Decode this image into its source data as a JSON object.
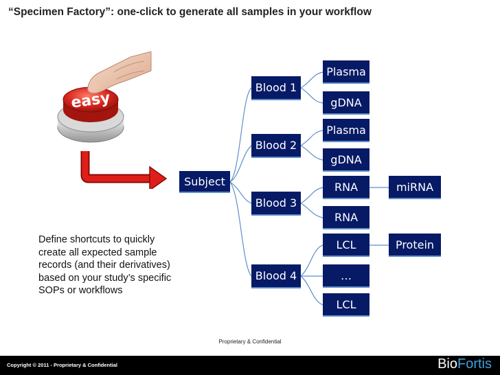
{
  "title": "“Specimen Factory”: one-click to generate all samples in your workflow",
  "button_text": "easy",
  "nodes": {
    "subject": "Subject",
    "blood1": "Blood 1",
    "blood2": "Blood 2",
    "blood3": "Blood 3",
    "blood4": "Blood 4",
    "plasma1": "Plasma",
    "gdna1": "gDNA",
    "plasma2": "Plasma",
    "gdna2": "gDNA",
    "rna1": "RNA",
    "rna2": "RNA",
    "lcl1": "LCL",
    "ellipsis": "…",
    "lcl2": "LCL",
    "mirna": "miRNA",
    "protein": "Protein"
  },
  "description": {
    "line1": "Define shortcuts to quickly",
    "line2": "create all expected sample",
    "line3": "records (and their derivatives)",
    "line4": "based on your study’s specific",
    "line5": "SOPs or workflows"
  },
  "confidential": "Proprietary & Confidential",
  "footer": {
    "copyright": "Copyright © 2011   - Proprietary & Confidential",
    "logo_bio": "Bio",
    "logo_fortis": "Fortis"
  },
  "colors": {
    "node_fill": "#071a66",
    "node_accent": "#5d8fc9",
    "button_red": "#d8261e",
    "arrow_red": "#e01e18"
  }
}
